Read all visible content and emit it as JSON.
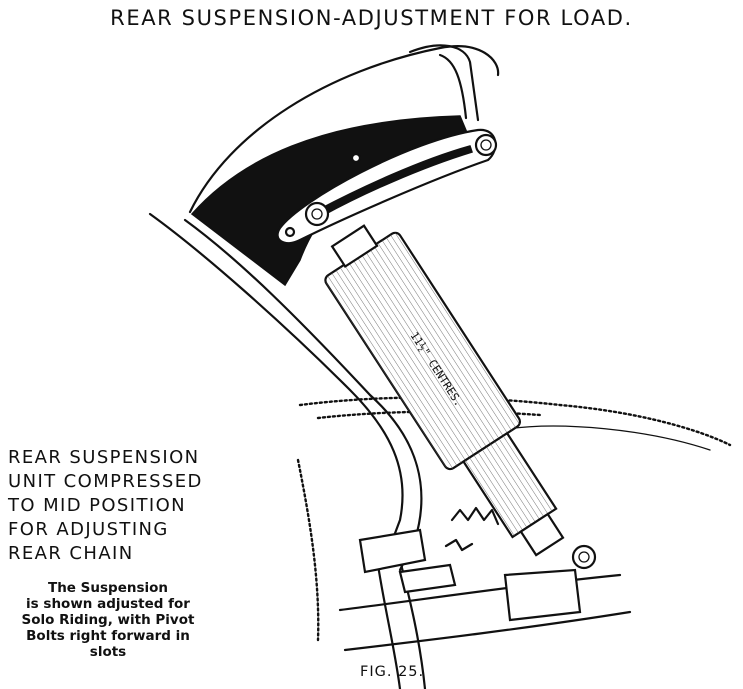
{
  "title": "REAR SUSPENSION-ADJUSTMENT FOR LOAD.",
  "caption": {
    "lines": [
      "REAR SUSPENSION",
      "UNIT COMPRESSED",
      "TO MID POSITION",
      "FOR ADJUSTING",
      "REAR CHAIN"
    ]
  },
  "note": {
    "lines": [
      "The Suspension",
      "is shown adjusted for",
      "Solo Riding, with Pivot",
      "Bolts right forward in",
      "slots"
    ]
  },
  "unit_annotation": "11½\" CENTRES.",
  "figure_label": "FIG. 25."
}
